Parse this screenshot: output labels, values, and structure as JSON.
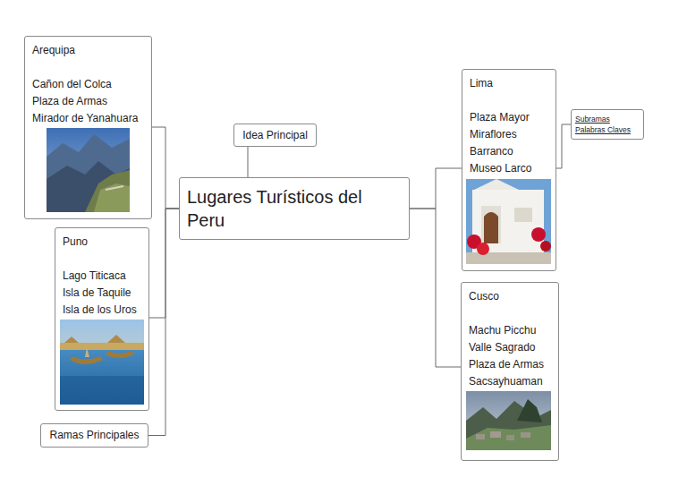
{
  "diagram": {
    "nodes": [
      {
        "text": [
          "Arequipa",
          "Cañon del Colca",
          "Plaza de Armas",
          "Mirador de Yanahuara"
        ]
      },
      {
        "text": [
          "Idea Principal"
        ]
      },
      {
        "text": [
          "Lugares Turísticos del Peru"
        ]
      },
      {
        "text": [
          "Lima",
          "Plaza Mayor",
          "Miraflores",
          "Barranco",
          "Museo Larco"
        ]
      },
      {
        "text": [
          "Subramas",
          "Palabras Claves"
        ]
      },
      {
        "text": [
          "Puno",
          "Lago Titicaca",
          "Isla de Taquile",
          "Isla de los Uros"
        ]
      },
      {
        "text": [
          "Cusco",
          "Machu Picchu",
          "Valle Sagrado",
          "Plaza de Armas",
          "Sacsayhuaman"
        ]
      },
      {
        "text": [
          "Ramas Principales"
        ]
      }
    ],
    "edges": [
      {
        "from": 1,
        "to": 2,
        "arrow": "none"
      },
      {
        "from": 2,
        "to": 0,
        "arrow": "none"
      },
      {
        "from": 2,
        "to": 3,
        "arrow": "none"
      },
      {
        "from": 2,
        "to": 5,
        "arrow": "none"
      },
      {
        "from": 2,
        "to": 6,
        "arrow": "none"
      },
      {
        "from": 3,
        "to": 4,
        "arrow": "none"
      },
      {
        "from": 7,
        "to": 2,
        "arrow": "none"
      }
    ]
  }
}
